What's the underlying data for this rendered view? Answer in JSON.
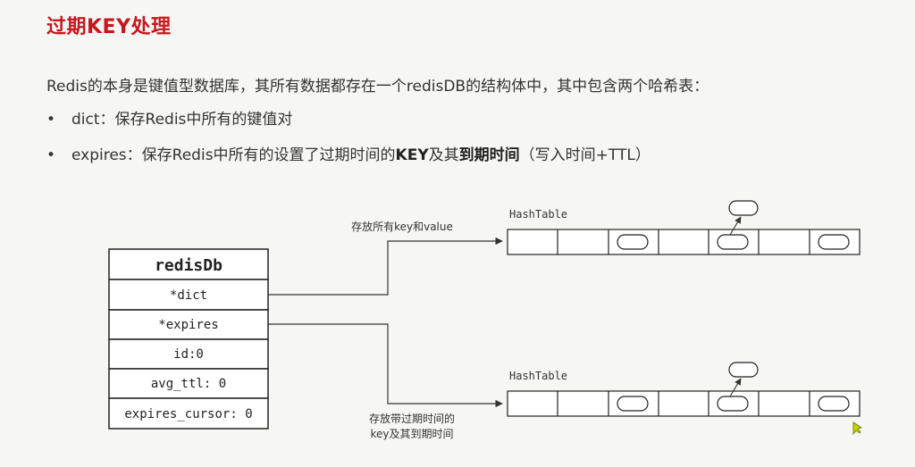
{
  "title": "过期KEY处理",
  "intro": "Redis的本身是键值型数据库，其所有数据都存在一个redisDB的结构体中，其中包含两个哈希表：",
  "bullets": [
    {
      "prefix": "dict：保存Redis中所有的键值对",
      "key_bold": "",
      "middle": "",
      "expire_bold": "",
      "suffix": ""
    },
    {
      "prefix": "expires：保存Redis中所有的设置了过期时间的",
      "key_bold": "KEY",
      "middle": "及其",
      "expire_bold": "到期时间",
      "suffix": "（写入时间+TTL）"
    }
  ],
  "diagram": {
    "struct_title": "redisDb",
    "fields": [
      "*dict",
      "*expires",
      "id:0",
      "avg_ttl: 0",
      "expires_cursor: 0"
    ],
    "table1_label": "HashTable",
    "table2_label": "HashTable",
    "dict_note": "存放所有key和value",
    "expires_note_line1": "存放带过期时间的",
    "expires_note_line2": "key及其到期时间"
  },
  "colors": {
    "title": "#c8161d",
    "cursor": "#c8d400"
  }
}
